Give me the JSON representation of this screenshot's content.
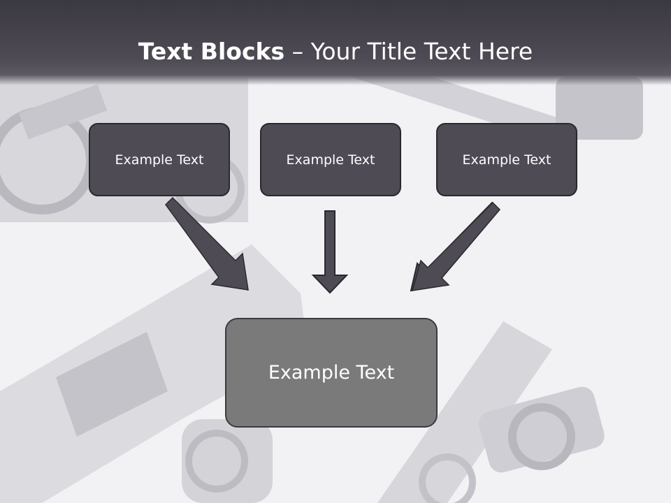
{
  "title": {
    "bold": "Text Blocks",
    "separator": " – ",
    "rest": "Your Title Text Here"
  },
  "boxes": {
    "top_left": "Example Text",
    "top_center": "Example Text",
    "top_right": "Example Text",
    "main": "Example Text"
  },
  "colors": {
    "header": "#4e4b55",
    "box_fill": "#4e4b55",
    "main_box_fill": "#7a7a7a",
    "arrow": "#4e4b55"
  }
}
